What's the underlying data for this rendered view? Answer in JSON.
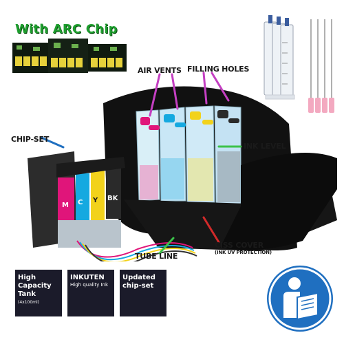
{
  "chip_banner": {
    "title": "With ARC Chip"
  },
  "callouts": {
    "air_vents": "AIR VENTS",
    "filling_holes": "FILLING HOLES",
    "chip_set": "CHIP-SET",
    "ink_level": "INK LEVEL",
    "ciss_cover": "CISS COVER",
    "ciss_cover_note": "(INK UV PROTECTION)",
    "tube_line": "TUBE LINE"
  },
  "cartridge_labels": [
    "M",
    "C",
    "Y",
    "BK"
  ],
  "badges": [
    {
      "line1": "High Capacity Tank",
      "line2": "",
      "line3": "(4x100ml)"
    },
    {
      "line1": "INKUTEN",
      "line2": "High quality Ink",
      "line3": ""
    },
    {
      "line1": "Updated chip-set",
      "line2": "",
      "line3": ""
    }
  ],
  "colors": {
    "magenta": "#e0157a",
    "cyan": "#15a9e0",
    "yellow": "#f2d21b",
    "black": "#222222",
    "accent_blue": "#1f6fc0",
    "chip_green": "#1e9e2e",
    "arrow_red": "#d22a2a",
    "arrow_green": "#3cc24a"
  },
  "icons": {
    "manual": "person-reading-manual-icon",
    "syringe": "syringe-icon",
    "needle": "needle-icon",
    "chip": "chip-icon"
  }
}
